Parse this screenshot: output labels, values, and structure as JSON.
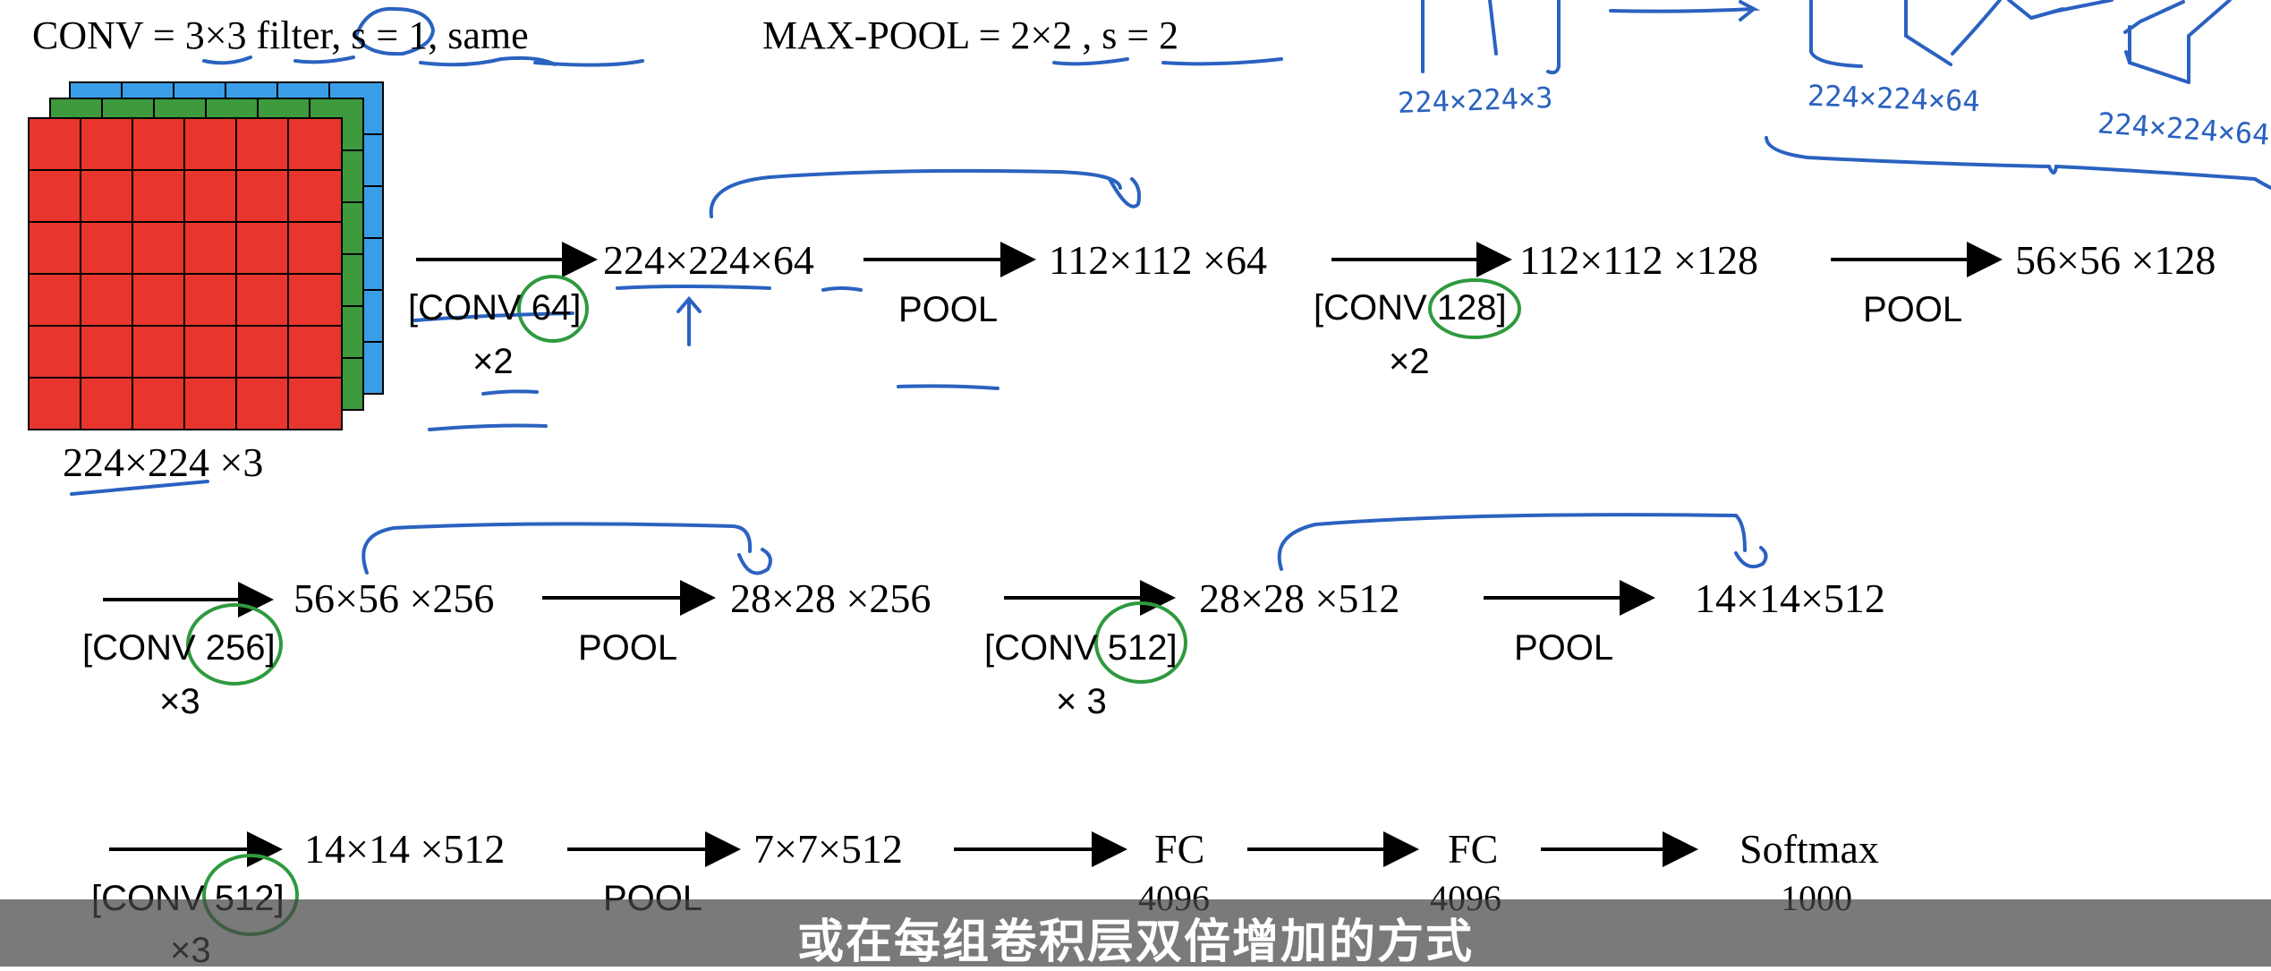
{
  "header": {
    "conv_def": "CONV = 3×3 filter, s = 1, same",
    "pool_def": "MAX-POOL = 2×2 , s = 2"
  },
  "input": {
    "size": "224×224 ×3"
  },
  "row1": {
    "op1": "[CONV 64]",
    "rep1": "×2",
    "d1": "224×224×64",
    "op2": "POOL",
    "d2": "112×112 ×64",
    "op3": "[CONV 128]",
    "rep3": "×2",
    "d3": "112×112 ×128",
    "op4": "POOL",
    "d4": "56×56 ×128"
  },
  "row2": {
    "op1": "[CONV 256]",
    "rep1": "×3",
    "d1": "56×56 ×256",
    "op2": "POOL",
    "d2": "28×28 ×256",
    "op3": "[CONV 512]",
    "rep3": "× 3",
    "d3": "28×28 ×512",
    "op4": "POOL",
    "d4": "14×14×512"
  },
  "row3": {
    "op1": "[CONV 512]",
    "rep1": "×3",
    "d1": "14×14 ×512",
    "op2": "POOL",
    "d2": "7×7×512",
    "fc1": "FC",
    "fc1_units": "4096",
    "fc2": "FC",
    "fc2_units": "4096",
    "out": "Softmax",
    "out_units": "1000"
  },
  "annotations": {
    "a1": "224×224×3",
    "a2": "224×224×64",
    "a3": "224×224×64"
  },
  "subtitle": "或在每组卷积层双倍增加的方式",
  "colors": {
    "red_channel": "#e8352d",
    "green_channel": "#3d9a3d",
    "blue_channel": "#3a9ee6",
    "ink_blue": "#2a62c0",
    "ink_green": "#2e9a3e"
  }
}
